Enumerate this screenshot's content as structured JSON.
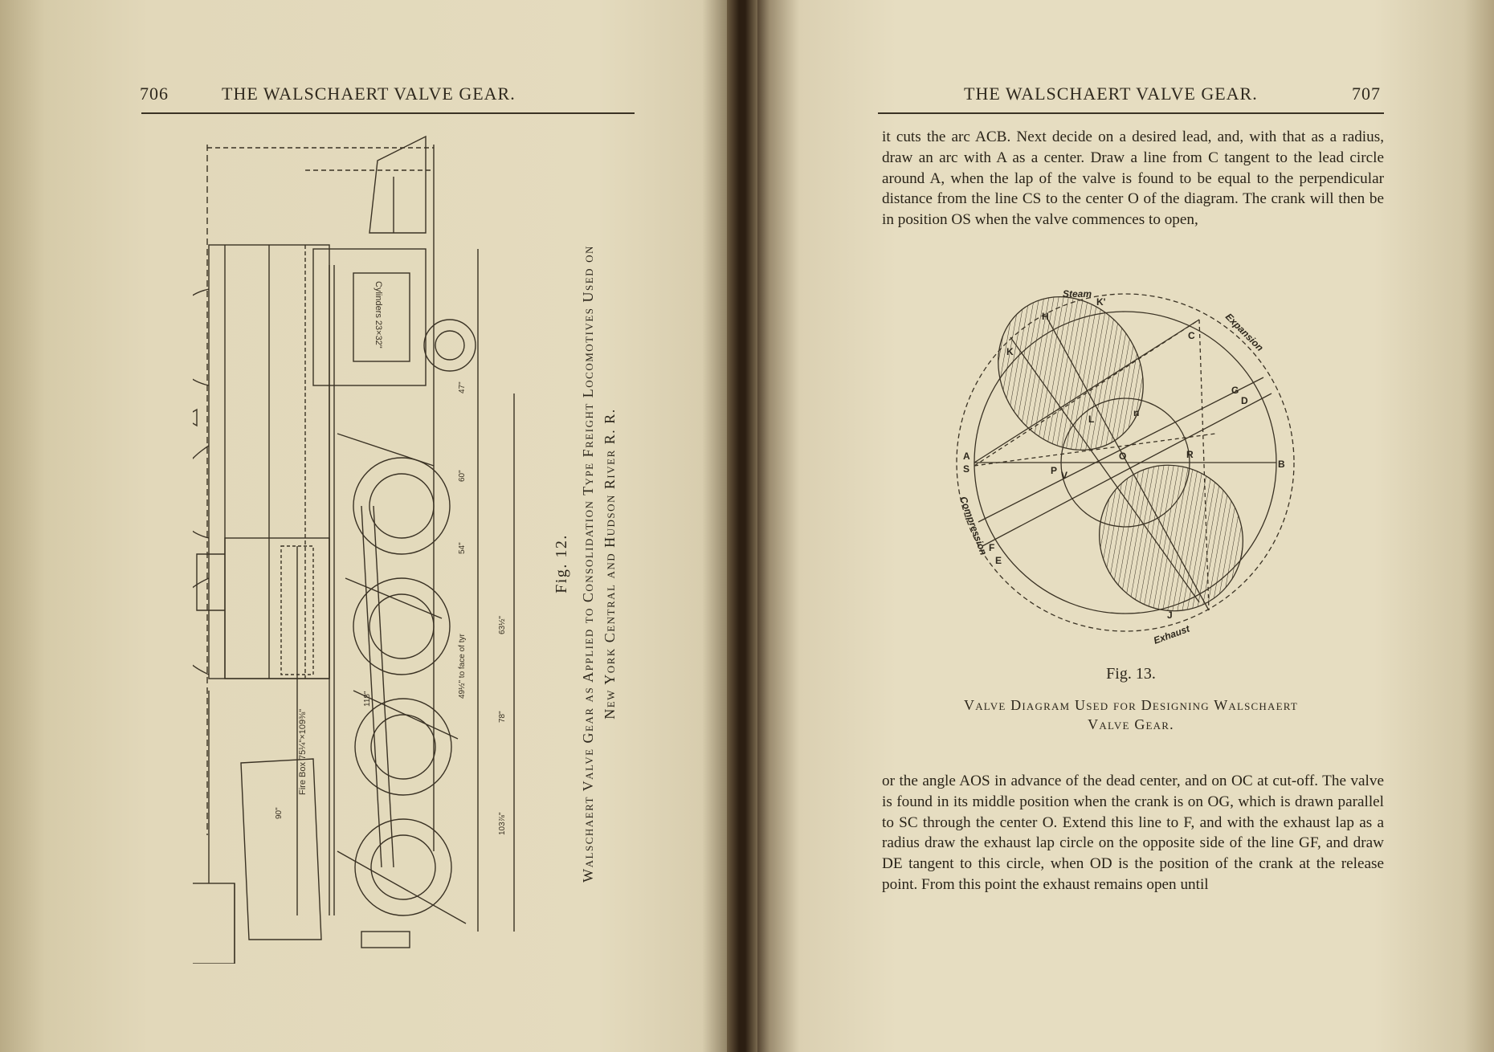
{
  "left_page": {
    "page_number": "706",
    "running_head": "THE WALSCHAERT VALVE GEAR.",
    "figure": {
      "label": "Fig. 12.",
      "caption_line1": "Walschaert Valve Gear as Applied to Consolidation Type Freight Locomotives Used on",
      "caption_line2": "New York Central and Hudson River R. R.",
      "drawing_labels": [
        "Cylinders 23×32\"",
        "Fire Box 75¼\"×109⅜\"",
        "49½\" to face of tyr",
        "54\"",
        "47\"",
        "60\"",
        "63½\"",
        "118\"",
        "90\"",
        "103⅞\"",
        "78\""
      ]
    }
  },
  "right_page": {
    "page_number": "707",
    "running_head": "THE WALSCHAERT VALVE GEAR.",
    "paragraph_top": "it cuts the arc ACB. Next decide on a desired lead, and, with that as a radius, draw an arc with A as a center. Draw a line from C tangent to the lead circle around A, when the lap of the valve is found to be equal to the perpendicular distance from the line CS to the center O of the diagram. The crank will then be in position OS when the valve commences to open,",
    "figure": {
      "label": "Fig. 13.",
      "caption_line1": "Valve Diagram Used for Designing Walschaert",
      "caption_line2": "Valve Gear.",
      "diagram_labels": {
        "steam": "Steam",
        "expansion": "Expansion",
        "exhaust": "Exhaust",
        "compression": "Compression",
        "points": [
          "H",
          "K'",
          "K",
          "C",
          "G",
          "D",
          "L",
          "n",
          "A",
          "S",
          "O",
          "P",
          "V",
          "R",
          "B",
          "F",
          "E",
          "J"
        ]
      }
    },
    "paragraph_bottom": "or the angle AOS in advance of the dead center, and on OC at cut-off. The valve is found in its middle position when the crank is on OG, which is drawn parallel to SC through the center O. Extend this line to F, and with the exhaust lap as a radius draw the exhaust lap circle on the opposite side of the line GF, and draw DE tangent to this circle, when OD is the position of the crank at the release point. From this point the exhaust remains open until"
  },
  "colors": {
    "paper": "#e4dbbe",
    "ink": "#2d271c",
    "gutter": "#2b1e12"
  }
}
